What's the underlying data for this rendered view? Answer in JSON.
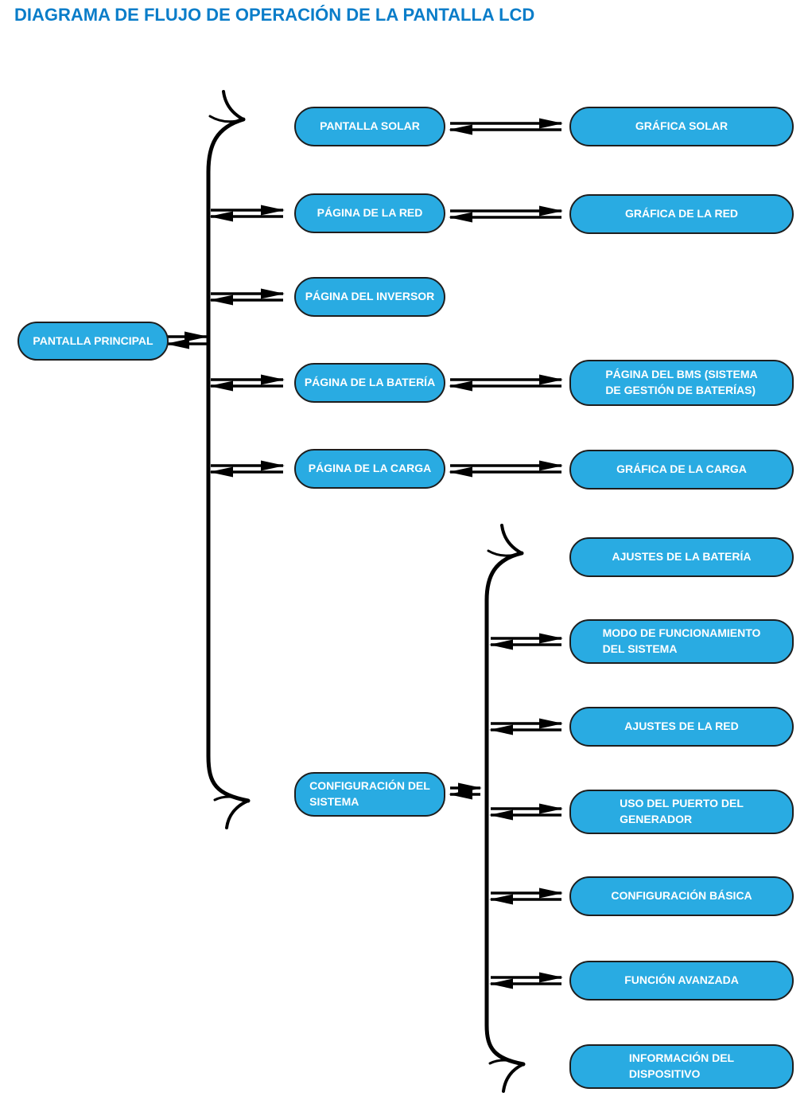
{
  "title": "DIAGRAMA DE FLUJO DE OPERACIÓN DE LA PANTALLA LCD",
  "colors": {
    "node_fill": "#29ABE2",
    "node_border": "#1E1E1E",
    "node_text": "#FFFFFF",
    "title_text": "#0A7DC9",
    "connector": "#000000",
    "background": "#FFFFFF"
  },
  "nodes": {
    "main": {
      "label": "PANTALLA PRINCIPAL"
    },
    "solar_screen": {
      "label": "PANTALLA SOLAR"
    },
    "grid_page": {
      "label": "PÁGINA DE LA RED"
    },
    "inverter_page": {
      "label": "PÁGINA DEL INVERSOR"
    },
    "battery_page": {
      "label": "PÁGINA DE LA BATERÍA"
    },
    "load_page": {
      "label": "PÁGINA DE LA CARGA"
    },
    "system_config": {
      "label": "CONFIGURACIÓN DEL\nSISTEMA"
    },
    "solar_graph": {
      "label": "GRÁFICA SOLAR"
    },
    "grid_graph": {
      "label": "GRÁFICA DE LA RED"
    },
    "bms_page": {
      "label": "PÁGINA DEL BMS (SISTEMA\nDE GESTIÓN DE BATERÍAS)"
    },
    "load_graph": {
      "label": "GRÁFICA DE LA CARGA"
    },
    "battery_settings": {
      "label": "AJUSTES DE LA BATERÍA"
    },
    "system_mode": {
      "label": "MODO DE FUNCIONAMIENTO\nDEL SISTEMA"
    },
    "grid_settings": {
      "label": "AJUSTES DE LA RED"
    },
    "generator_port": {
      "label": "USO DEL PUERTO DEL\nGENERADOR"
    },
    "basic_config": {
      "label": "CONFIGURACIÓN BÁSICA"
    },
    "advanced_function": {
      "label": "FUNCIÓN AVANZADA"
    },
    "device_info": {
      "label": "INFORMACIÓN DEL\nDISPOSITIVO"
    }
  },
  "edges": [
    {
      "from": "main",
      "to": "solar_screen",
      "bidirectional": true
    },
    {
      "from": "main",
      "to": "grid_page",
      "bidirectional": true
    },
    {
      "from": "main",
      "to": "inverter_page",
      "bidirectional": true
    },
    {
      "from": "main",
      "to": "battery_page",
      "bidirectional": true
    },
    {
      "from": "main",
      "to": "load_page",
      "bidirectional": true
    },
    {
      "from": "main",
      "to": "system_config",
      "bidirectional": true
    },
    {
      "from": "solar_screen",
      "to": "solar_graph",
      "bidirectional": true
    },
    {
      "from": "grid_page",
      "to": "grid_graph",
      "bidirectional": true
    },
    {
      "from": "battery_page",
      "to": "bms_page",
      "bidirectional": true
    },
    {
      "from": "load_page",
      "to": "load_graph",
      "bidirectional": true
    },
    {
      "from": "system_config",
      "to": "battery_settings",
      "bidirectional": true
    },
    {
      "from": "system_config",
      "to": "system_mode",
      "bidirectional": true
    },
    {
      "from": "system_config",
      "to": "grid_settings",
      "bidirectional": true
    },
    {
      "from": "system_config",
      "to": "generator_port",
      "bidirectional": true
    },
    {
      "from": "system_config",
      "to": "basic_config",
      "bidirectional": true
    },
    {
      "from": "system_config",
      "to": "advanced_function",
      "bidirectional": true
    },
    {
      "from": "system_config",
      "to": "device_info",
      "bidirectional": true
    }
  ]
}
